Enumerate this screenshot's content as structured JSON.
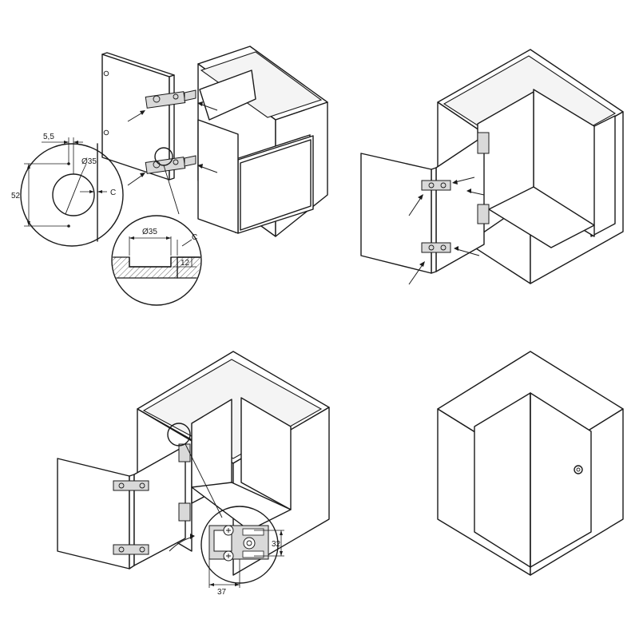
{
  "diagram": {
    "step1": {
      "dim_offset": "5,5",
      "dim_bore": "Ø35",
      "dim_height": "52",
      "dim_clearance": "C",
      "detail_bore": "Ø35",
      "detail_clearance": "C",
      "detail_depth": "12"
    },
    "step3": {
      "dim_height": "32",
      "dim_width": "37"
    }
  },
  "colors": {
    "line": "#1a1a1a",
    "fill": "#ffffff",
    "hinge": "#d9d9d9"
  }
}
